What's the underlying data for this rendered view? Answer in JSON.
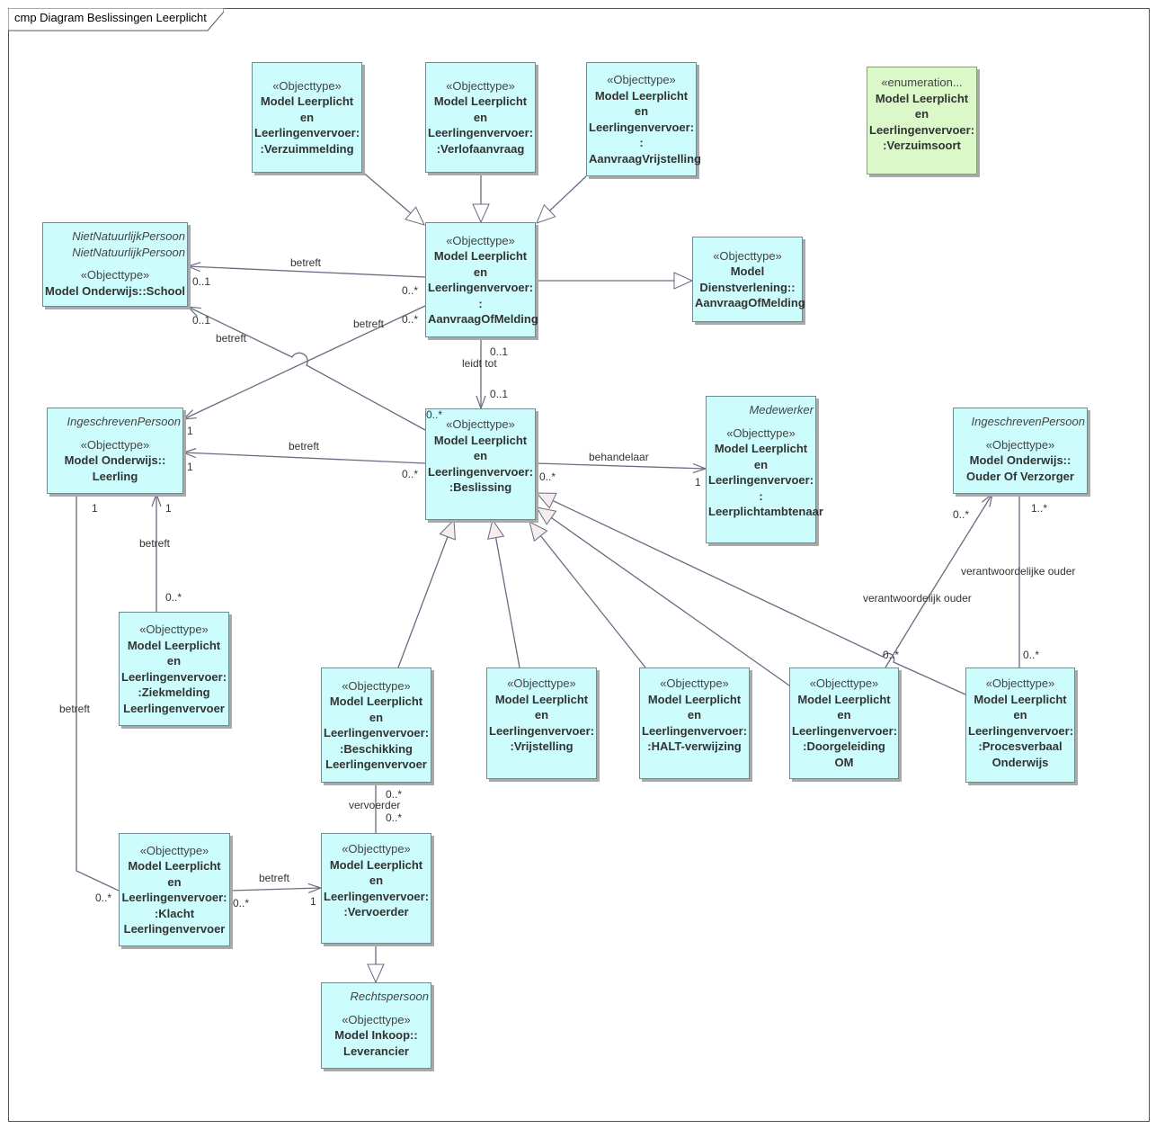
{
  "diagram": {
    "title": "cmp Diagram Beslissingen Leerplicht"
  },
  "nodes": {
    "verzuimmelding": {
      "stereotype": "«Objecttype»",
      "name": [
        "Model Leerplicht",
        "en",
        "Leerlingenvervoer:",
        ":Verzuimmelding"
      ]
    },
    "verlofaanvraag": {
      "stereotype": "«Objecttype»",
      "name": [
        "Model Leerplicht",
        "en",
        "Leerlingenvervoer:",
        ":Verlofaanvraag"
      ]
    },
    "aanvraagvrijstelling": {
      "stereotype": "«Objecttype»",
      "name": [
        "Model Leerplicht",
        "en",
        "Leerlingenvervoer:",
        ":",
        "AanvraagVrijstelling"
      ]
    },
    "verzuimsoort": {
      "stereotype": "«enumeration...",
      "name": [
        "Model Leerplicht",
        "en",
        "Leerlingenvervoer:",
        ":Verzuimsoort"
      ]
    },
    "school": {
      "parent": [
        "NietNatuurlijkPersoon",
        "NietNatuurlijkPersoon"
      ],
      "stereotype": "«Objecttype»",
      "name": [
        "Model Onderwijs::School"
      ]
    },
    "aanvraagofmelding": {
      "stereotype": "«Objecttype»",
      "name": [
        "Model Leerplicht",
        "en",
        "Leerlingenvervoer:",
        ":",
        "AanvraagOfMelding"
      ]
    },
    "dienstverlening": {
      "stereotype": "«Objecttype»",
      "name": [
        "Model",
        "Dienstverlening::",
        "AanvraagOfMelding"
      ]
    },
    "leerling": {
      "parent": [
        "IngeschrevenPersoon"
      ],
      "stereotype": "«Objecttype»",
      "name": [
        "Model Onderwijs::",
        "Leerling"
      ]
    },
    "beslissing": {
      "stereotype": "«Objecttype»",
      "name": [
        "Model Leerplicht",
        "en",
        "Leerlingenvervoer:",
        ":Beslissing"
      ]
    },
    "leerplichtambtenaar": {
      "parent": [
        "Medewerker"
      ],
      "stereotype": "«Objecttype»",
      "name": [
        "Model Leerplicht",
        "en",
        "Leerlingenvervoer:",
        ":",
        "Leerplichtambtenaar"
      ]
    },
    "ouder": {
      "parent": [
        "IngeschrevenPersoon"
      ],
      "stereotype": "«Objecttype»",
      "name": [
        "Model Onderwijs::",
        "Ouder Of Verzorger"
      ]
    },
    "ziekmelding": {
      "stereotype": "«Objecttype»",
      "name": [
        "Model Leerplicht",
        "en",
        "Leerlingenvervoer:",
        ":Ziekmelding",
        "Leerlingenvervoer"
      ]
    },
    "beschikking": {
      "stereotype": "«Objecttype»",
      "name": [
        "Model Leerplicht",
        "en",
        "Leerlingenvervoer:",
        ":Beschikking",
        "Leerlingenvervoer"
      ]
    },
    "vrijstelling": {
      "stereotype": "«Objecttype»",
      "name": [
        "Model Leerplicht",
        "en",
        "Leerlingenvervoer:",
        ":Vrijstelling"
      ]
    },
    "halt": {
      "stereotype": "«Objecttype»",
      "name": [
        "Model Leerplicht",
        "en",
        "Leerlingenvervoer:",
        ":HALT-verwijzing"
      ]
    },
    "doorgeleiding": {
      "stereotype": "«Objecttype»",
      "name": [
        "Model Leerplicht",
        "en",
        "Leerlingenvervoer:",
        ":Doorgeleiding OM"
      ]
    },
    "procesverbaal": {
      "stereotype": "«Objecttype»",
      "name": [
        "Model Leerplicht",
        "en",
        "Leerlingenvervoer:",
        ":Procesverbaal",
        "Onderwijs"
      ]
    },
    "klacht": {
      "stereotype": "«Objecttype»",
      "name": [
        "Model Leerplicht",
        "en",
        "Leerlingenvervoer:",
        ":Klacht",
        "Leerlingenvervoer"
      ]
    },
    "vervoerder": {
      "stereotype": "«Objecttype»",
      "name": [
        "Model Leerplicht",
        "en",
        "Leerlingenvervoer:",
        ":Vervoerder"
      ]
    },
    "leverancier": {
      "parent": [
        "Rechtspersoon"
      ],
      "stereotype": "«Objecttype»",
      "name": [
        "Model Inkoop::",
        "Leverancier"
      ]
    }
  },
  "labels": {
    "betreft_aom_school": "betreft",
    "m_school_a": "0..1",
    "m_aom_school": "0..*",
    "m_school_b": "0..1",
    "betreft_bes_school": "betreft",
    "betreft_aom_leerling": "betreft",
    "m_aom_leerling": "0..*",
    "m_leerling_a": "1",
    "m_aom_bes_a": "0..1",
    "leidt_tot": "leidt tot",
    "m_aom_bes_b": "0..1",
    "m_bes_school": "0..*",
    "betreft_bes_leerling": "betreft",
    "m_leerling_b": "1",
    "m_bes_leerling": "0..*",
    "behandelaar": "behandelaar",
    "m_bes_beh": "0..*",
    "m_beh": "1",
    "m_leerling_c": "1",
    "m_leerling_d": "1",
    "betreft_ziek": "betreft",
    "m_ziek": "0..*",
    "betreft_klacht_leerling": "betreft",
    "m_ouder_a": "0..*",
    "m_ouder_b": "1..*",
    "verantwoordelijk_ouder": "verantwoordelijk ouder",
    "verantwoordelijke_ouder": "verantwoordelijke ouder",
    "m_door": "0..*",
    "m_pv": "0..*",
    "m_besch_a": "0..*",
    "vervoerder": "vervoerder",
    "m_besch_b": "0..*",
    "betreft_klacht_vervoerder": "betreft",
    "m_klacht_a": "0..*",
    "m_klacht_b": "0..*",
    "m_vervoerder": "1"
  }
}
